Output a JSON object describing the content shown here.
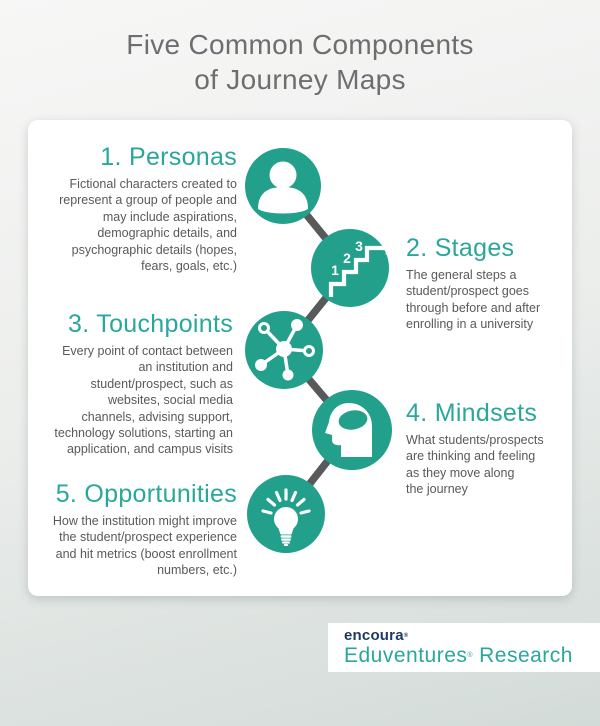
{
  "title": "Five Common Components\nof Journey Maps",
  "sections": [
    {
      "heading": "1. Personas",
      "body": "Fictional characters created to\nrepresent a group of people and\nmay include aspirations,\ndemographic details, and\npsychographic details (hopes,\nfears, goals, etc.)",
      "icon": "person-icon"
    },
    {
      "heading": "2. Stages",
      "body": "The general steps a\nstudent/prospect goes\nthrough before and after\nenrolling in a university",
      "icon": "stairs-123-icon"
    },
    {
      "heading": "3. Touchpoints",
      "body": "Every point of contact between\nan institution and\nstudent/prospect, such as\nwebsites, social media\nchannels, advising support,\ntechnology solutions, starting an\napplication, and campus visits",
      "icon": "network-hub-icon"
    },
    {
      "heading": "4. Mindsets",
      "body": "What students/prospects\nare thinking and feeling\nas they move along\nthe journey",
      "icon": "head-mind-icon"
    },
    {
      "heading": "5. Opportunities",
      "body": "How the institution might improve\nthe student/prospect experience\nand hit metrics (boost enrollment\nnumbers, etc.)",
      "icon": "lightbulb-icon"
    }
  ],
  "stairs_numbers": [
    "1",
    "2",
    "3"
  ],
  "logo": {
    "brand": "encoura",
    "brand_mark": "®",
    "product": "Eduventures",
    "product_mark": "®",
    "suffix": "Research"
  },
  "colors": {
    "circle_teal": "#22a08c",
    "heading_teal": "#2aa79b",
    "connector_gray": "#58595b",
    "body_text": "#59595b",
    "title_text": "#6d6e70",
    "logo_navy": "#1c3a5e",
    "card_background": "#ffffff"
  }
}
